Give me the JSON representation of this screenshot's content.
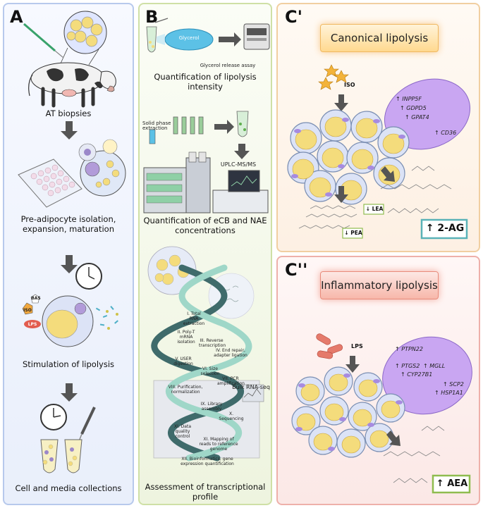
{
  "panel_labels": {
    "a": "A",
    "b": "B",
    "c1": "C'",
    "c2": "C''"
  },
  "panel_a": {
    "step1": "AT biopsies",
    "step2": "Pre-adipocyte isolation, expansion, maturation",
    "step3": "Stimulation of lipolysis",
    "step4": "Cell and media collections",
    "stim_labels": {
      "bas": "BAS",
      "iso": "ISO",
      "lps": "LPS"
    }
  },
  "panel_b": {
    "glycerol_label": "Glycerol",
    "glycerol_assay": "Glycerol release assay",
    "lipolysis_quant": "Quantification of lipolysis intensity",
    "spe": "Solid phase extraction",
    "uplc": "UPLC-MS/MS",
    "ecb_quant": "Quantification of eCB and NAE concentrations",
    "bulk_rnaseq": "Bulk RNA-seq",
    "rna_steps": [
      "I. Total RNA extraction",
      "II. Poly-T mRNA isolation",
      "III. Reverse transcription",
      "IV. End repair, adapter ligation",
      "V. USER digestion",
      "VI. Size selection",
      "VII. PCR amplification",
      "VIII. Purification, normalization",
      "IX. Library assembly",
      "X. Sequencing",
      "XI. Data quality control",
      "XI. Mapping of reads to reference genome",
      "XII. Bioinformatics, gene expression quantification"
    ],
    "transcriptional": "Assessment of transcriptional profile"
  },
  "panel_c1": {
    "title": "Canonical lipolysis",
    "stimulus": "ISO",
    "genes": [
      "↑ INPP5F",
      "↑ GDPD5",
      "↑ GPAT4",
      "↑ CD36"
    ],
    "lea": "↓ LEA",
    "pea": "↓ PEA",
    "ag": "↑ 2-AG"
  },
  "panel_c2": {
    "title": "Inflammatory lipolysis",
    "stimulus": "LPS",
    "genes": [
      "↑ PTPN22",
      "↑ PTGS2",
      "↑ MGLL",
      "↑ CYP27B1",
      "↑ SCP2",
      "↑ HSP1A1"
    ],
    "aea": "↑ AEA"
  },
  "colors": {
    "panel_a_border": "#b7c9ec",
    "panel_b_border": "#cfe0a6",
    "panel_c1_border": "#f1cfa1",
    "panel_c2_border": "#eeb0aa",
    "gene_oval": "#c9a6f2",
    "adipocyte_fill": "#f4dc7c",
    "arrow": "#555555"
  }
}
